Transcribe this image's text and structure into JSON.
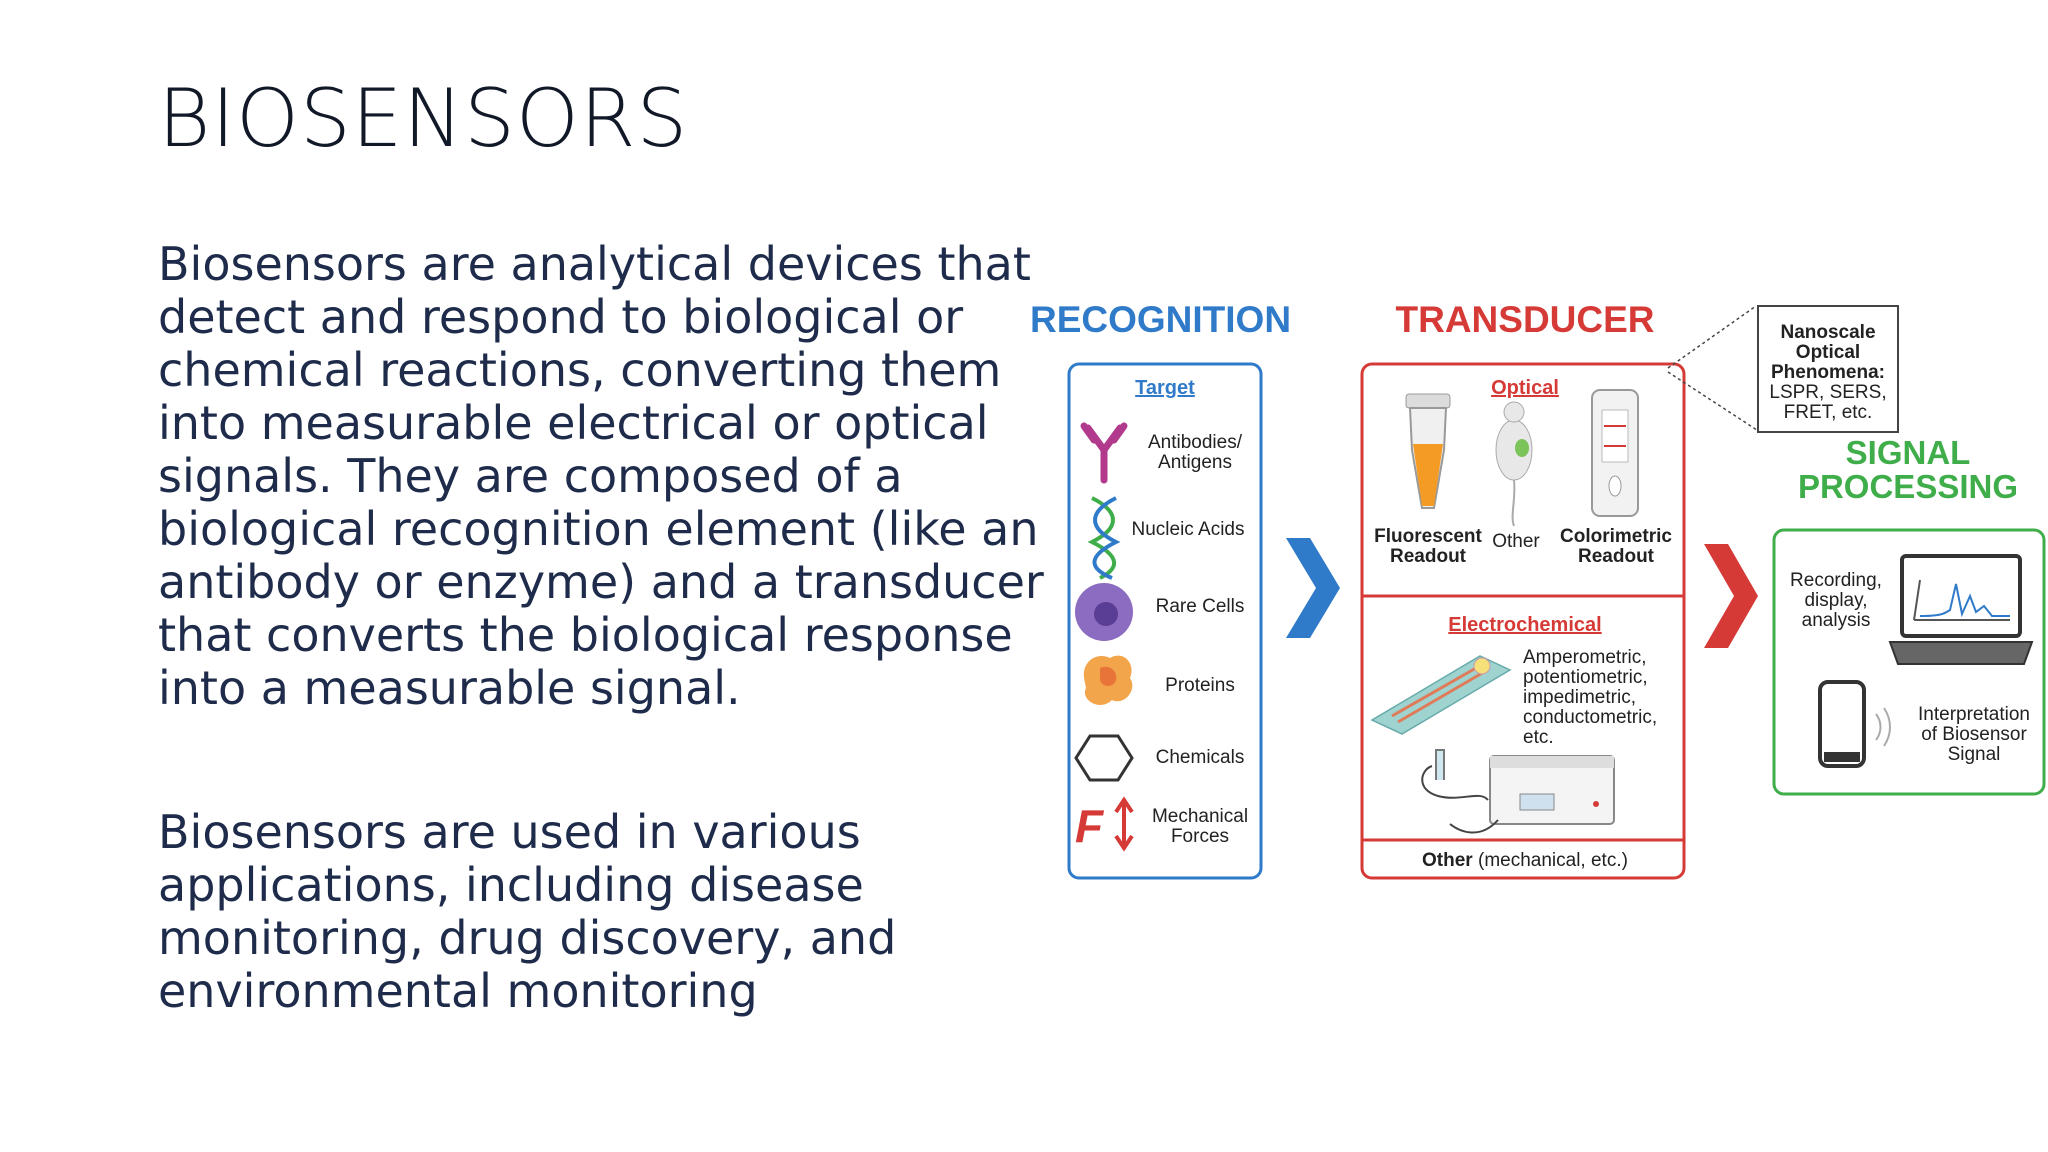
{
  "slide": {
    "title": "BIOSENSORS",
    "paragraph_1": "Biosensors are analytical devices that detect and respond to biological or chemical reactions, converting them into measurable electrical or optical signals. They are composed of a biological recognition element (like an antibody or enzyme) and a transducer that converts the biological response into a measurable signal.",
    "paragraph_2": "Biosensors are used in various applications, including disease monitoring, drug discovery, and environmental monitoring"
  },
  "diagram": {
    "recognition": {
      "header": "RECOGNITION",
      "section": "Target",
      "items": [
        {
          "label_1": "Antibodies/",
          "label_2": "Antigens",
          "icon": "antibody-icon"
        },
        {
          "label_1": "Nucleic Acids",
          "icon": "dna-icon"
        },
        {
          "label_1": "Rare Cells",
          "icon": "cell-icon"
        },
        {
          "label_1": "Proteins",
          "icon": "protein-icon"
        },
        {
          "label_1": "Chemicals",
          "icon": "hexagon-icon"
        },
        {
          "label_1": "Mechanical",
          "label_2": "Forces",
          "icon": "force-icon"
        }
      ]
    },
    "transducer": {
      "header": "TRANSDUCER",
      "optical_section": "Optical",
      "optical_items": [
        {
          "label_1": "Fluorescent",
          "label_2": "Readout"
        },
        {
          "label_1": "Other"
        },
        {
          "label_1": "Colorimetric",
          "label_2": "Readout"
        }
      ],
      "electrochemical_section": "Electrochemical",
      "electrochemical_lines": [
        "Amperometric,",
        "potentiometric,",
        "impedimetric,",
        "conductometric,",
        "etc."
      ],
      "other_bold": "Other",
      "other_rest": " (mechanical, etc.)"
    },
    "nanoscale": {
      "lines": [
        "Nanoscale",
        "Optical",
        "Phenomena:",
        "LSPR, SERS,",
        "FRET, etc."
      ]
    },
    "signal_processing": {
      "header_1": "SIGNAL",
      "header_2": "PROCESSING",
      "recording_lines": [
        "Recording,",
        "display,",
        "analysis"
      ],
      "interpretation_lines": [
        "Interpretation",
        "of Biosensor",
        "Signal"
      ]
    },
    "colors": {
      "recognition": "#2f7bc9",
      "transducer": "#d63a37",
      "signal_processing": "#3fae4a"
    }
  }
}
